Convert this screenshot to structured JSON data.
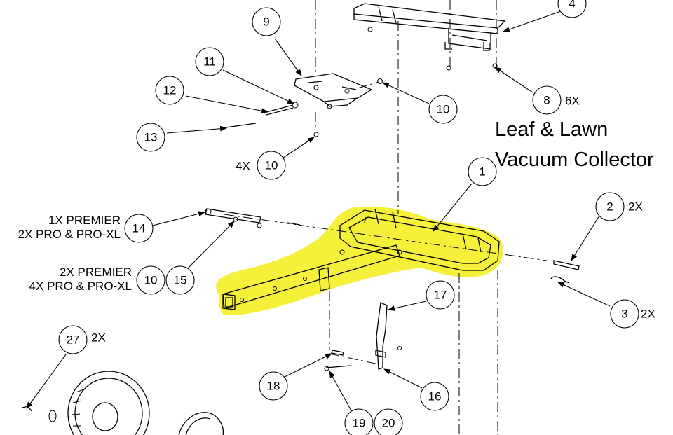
{
  "title": {
    "line1": "Leaf & Lawn",
    "line2": "Vacuum Collector"
  },
  "colors": {
    "highlight": "#f5f03a",
    "ink": "#000000"
  },
  "callouts": {
    "c1": "1",
    "c2": "2",
    "c3": "3",
    "c4": "4",
    "c8": "8",
    "c9": "9",
    "c10a": "10",
    "c10b": "10",
    "c10c": "10",
    "c11": "11",
    "c12": "12",
    "c13": "13",
    "c14": "14",
    "c15": "15",
    "c16": "16",
    "c17": "17",
    "c18": "18",
    "c19": "19",
    "c20": "20",
    "c27": "27"
  },
  "quantities": {
    "q8": "6X",
    "q10": "4X",
    "q2": "2X",
    "q3": "2X",
    "q27": "2X"
  },
  "notes": {
    "n14_line1": "1X PREMIER",
    "n14_line2": "2X PRO & PRO-XL",
    "n15_line1": "2X PREMIER",
    "n15_line2": "4X PRO & PRO-XL"
  }
}
